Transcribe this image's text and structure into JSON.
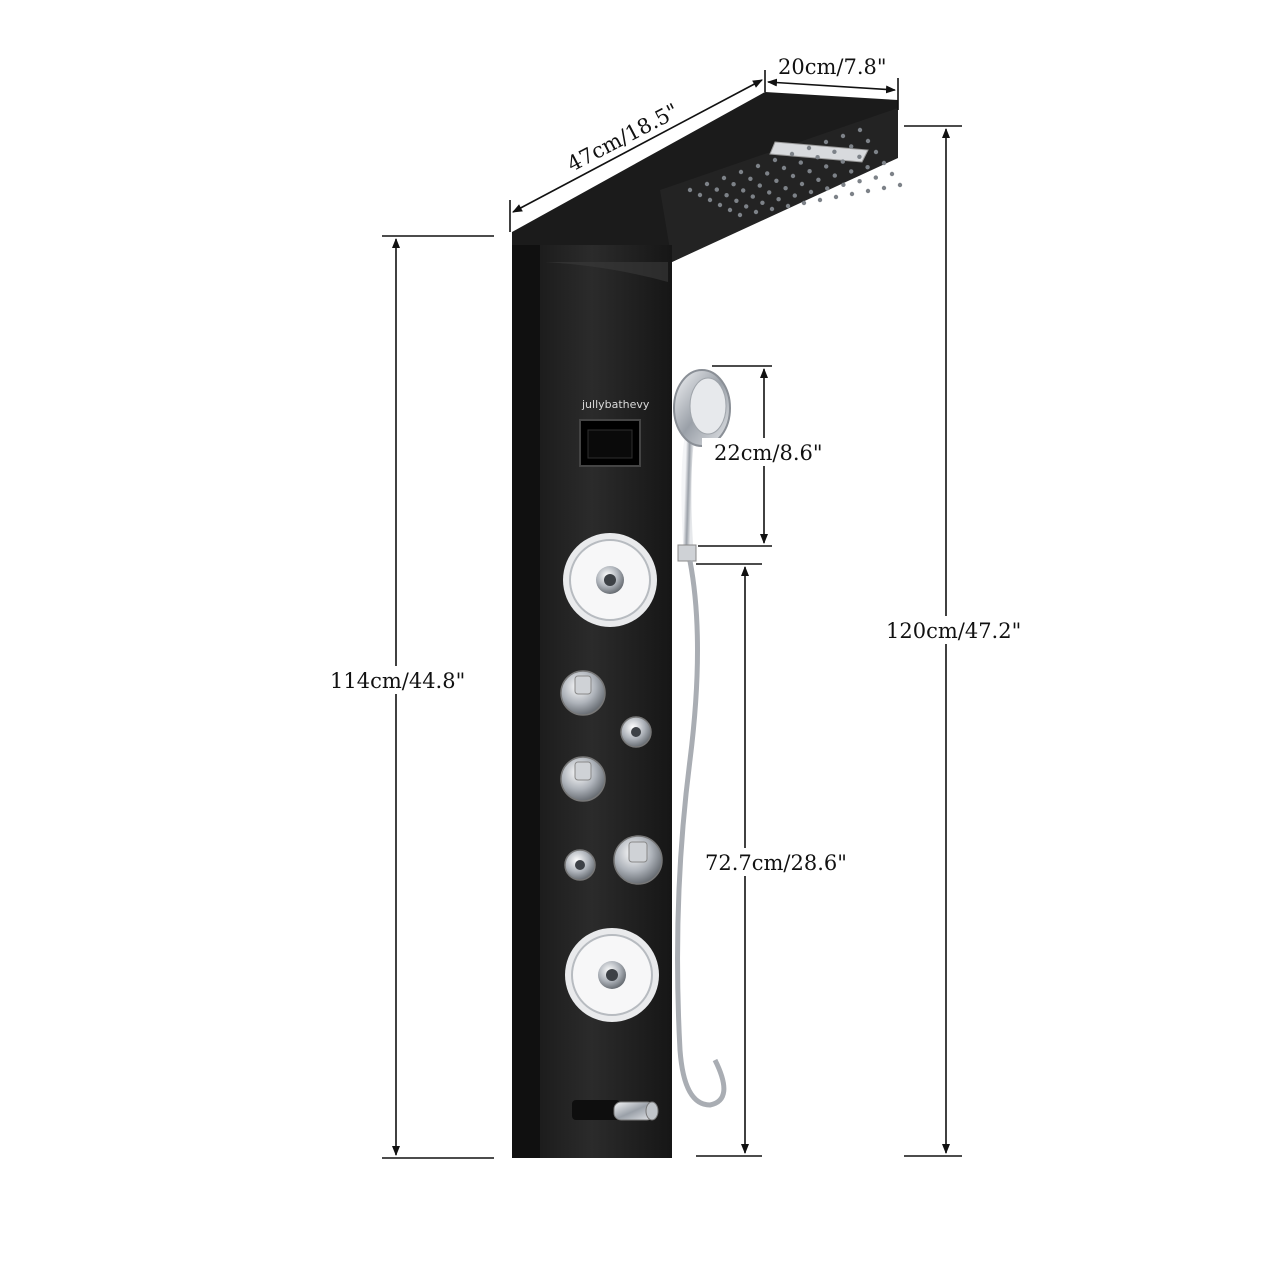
{
  "product": {
    "brand": "jullybathevy"
  },
  "dimensions": {
    "head_width": "20cm/7.8\"",
    "top_length": "47cm/18.5\"",
    "handheld_height": "22cm/8.6\"",
    "panel_height": "114cm/44.8\"",
    "total_height": "120cm/47.2\"",
    "hose_bracket_height": "72.7cm/28.6\""
  },
  "colors": {
    "panel": "#1f1f1f",
    "chrome": "#c9ccd1",
    "dimension_line": "#111111"
  }
}
